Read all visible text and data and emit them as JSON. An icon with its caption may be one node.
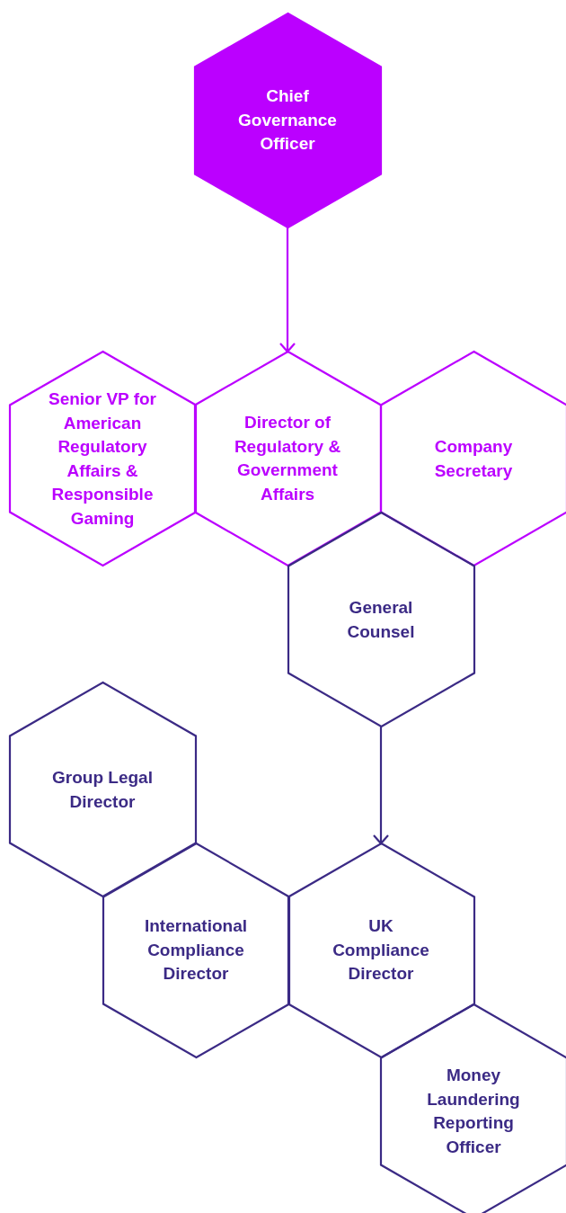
{
  "diagram": {
    "nodes": [
      {
        "text": [
          "Chief Governance Officer"
        ]
      },
      {
        "text": [
          "Senior VP for American Regulatory Affairs & Responsible Gaming"
        ]
      },
      {
        "text": [
          "Director of Regulatory & Government Affairs"
        ]
      },
      {
        "text": [
          "Company Secretary"
        ]
      },
      {
        "text": [
          "General Counsel"
        ]
      },
      {
        "text": [
          "Group Legal Director"
        ]
      },
      {
        "text": [
          "International Compliance Director"
        ]
      },
      {
        "text": [
          "UK Compliance Director"
        ]
      },
      {
        "text": [
          "Money Laundering Reporting Officer"
        ]
      }
    ],
    "edges": [
      {
        "from": 0,
        "to": 2,
        "arrow": "to",
        "color": "#bb00ff"
      },
      {
        "from": 4,
        "to": 7,
        "arrow": "to",
        "color": "#3b2a85"
      }
    ]
  }
}
